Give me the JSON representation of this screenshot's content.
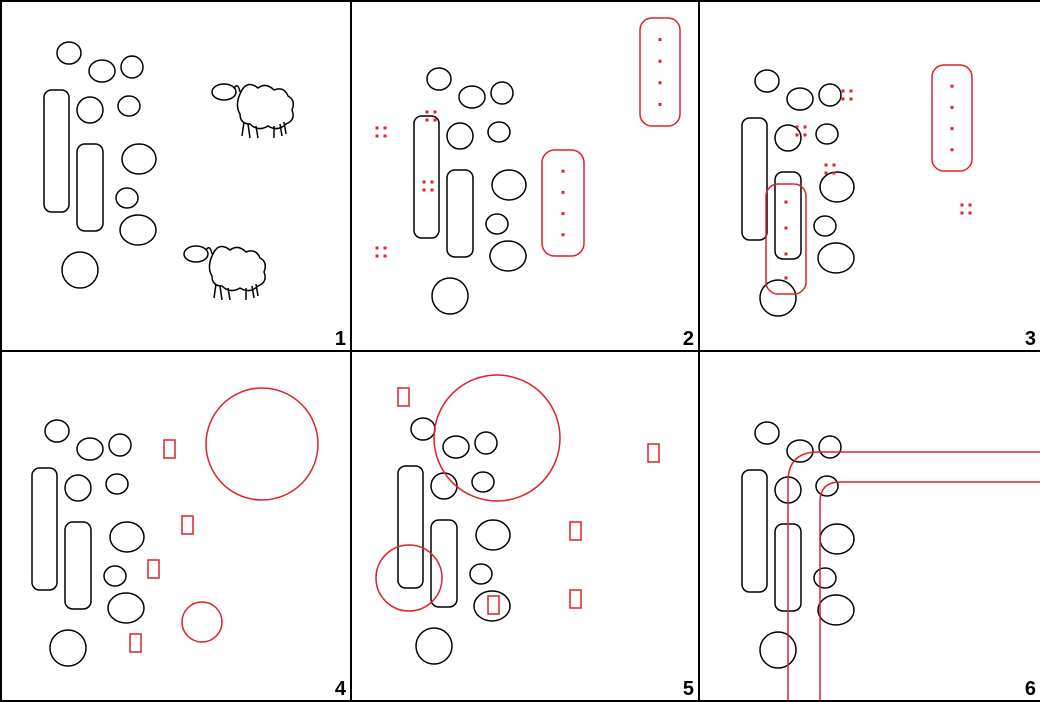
{
  "panels": [
    {
      "number": "1",
      "marks": "sheep"
    },
    {
      "number": "2",
      "marks": "dot-groups"
    },
    {
      "number": "3",
      "marks": "dot-groups"
    },
    {
      "number": "4",
      "marks": "circles-and-small-boxes"
    },
    {
      "number": "5",
      "marks": "circles-and-small-boxes"
    },
    {
      "number": "6",
      "marks": "road-corner"
    }
  ],
  "colors": {
    "outline": "#000000",
    "red": "#e0202a"
  }
}
